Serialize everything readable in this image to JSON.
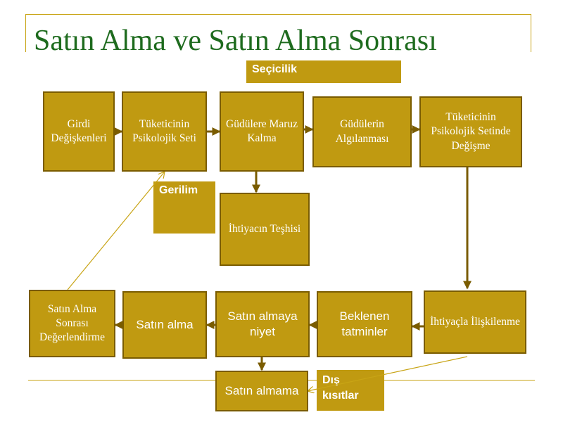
{
  "title": "Satın Alma ve Satın Alma Sonrası",
  "labels": {
    "secicilik": "Seçicilik",
    "gerilim": "Gerilim",
    "dis_kisitlar": "Dış kısıtlar"
  },
  "boxes": {
    "girdi": "Girdi Değişkenleri",
    "psikolojik_set": "Tüketicinin Psikolojik Seti",
    "gudulere_maruz": "Güdülere Maruz Kalma",
    "gudulerin_algilanmasi": "Güdülerin Algılanması",
    "set_degisme": "Tüketicinin Psikolojik Setinde Değişme",
    "ihtiyac_teshisi": "İhtiyacın Teşhisi",
    "ihtiyacla_iliskilenme": "İhtiyaçla İlişkilenme",
    "beklenen_tatminler": "Beklenen tatminler",
    "satin_almaya_niyet": "Satın almaya niyet",
    "satin_alma": "Satın alma",
    "degerlendirme": "Satın Alma Sonrası Değerlendirme",
    "satin_almama": "Satın almama"
  },
  "colors": {
    "box_fill": "#c09a11",
    "box_border": "#7a5c00",
    "title": "#1e6b1e",
    "frame": "#c8a415"
  }
}
